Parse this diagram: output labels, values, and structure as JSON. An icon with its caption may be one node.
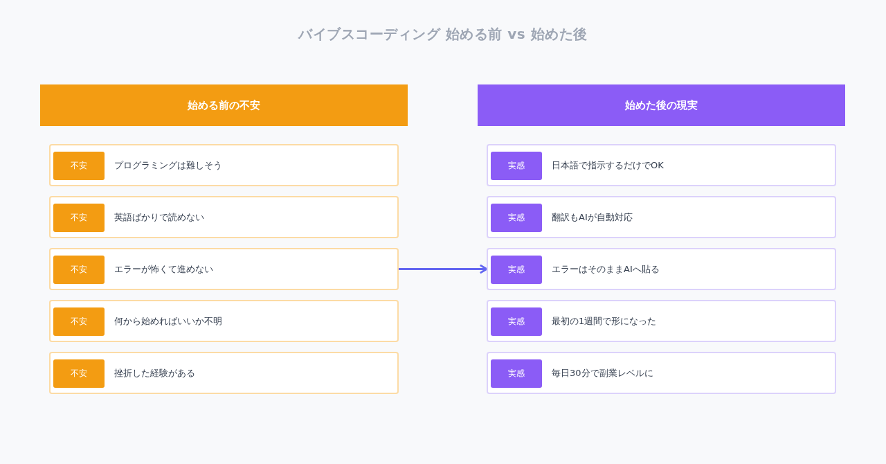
{
  "diagram": {
    "title": "バイブスコーディング 始める前 vs 始めた後",
    "nodes": [
      {
        "text": [
          "始める前の不安"
        ]
      },
      {
        "text": [
          "プログラミングは難しそう"
        ]
      },
      {
        "text": [
          "不安"
        ],
        "in": 1
      },
      {
        "text": [
          "英語ばかりで読めない"
        ]
      },
      {
        "text": [
          "不安"
        ],
        "in": 3
      },
      {
        "text": [
          "エラーが怖くて進めない"
        ]
      },
      {
        "text": [
          "不安"
        ],
        "in": 5
      },
      {
        "text": [
          "何から始めればいいか不明"
        ]
      },
      {
        "text": [
          "不安"
        ],
        "in": 7
      },
      {
        "text": [
          "挫折した経験がある"
        ]
      },
      {
        "text": [
          "不安"
        ],
        "in": 9
      },
      {
        "text": [
          "始めた後の現実"
        ]
      },
      {
        "text": [
          "日本語で指示するだけでOK"
        ]
      },
      {
        "text": [
          "実感"
        ],
        "in": 12
      },
      {
        "text": [
          "翻訳もAIが自動対応"
        ]
      },
      {
        "text": [
          "実感"
        ],
        "in": 14
      },
      {
        "text": [
          "エラーはそのままAIへ貼る"
        ]
      },
      {
        "text": [
          "実感"
        ],
        "in": 16
      },
      {
        "text": [
          "最初の1週間で形になった"
        ]
      },
      {
        "text": [
          "実感"
        ],
        "in": 18
      },
      {
        "text": [
          "毎日30分で副業レベルに"
        ]
      },
      {
        "text": [
          "実感"
        ],
        "in": 20
      }
    ],
    "edges": [
      {
        "from": 5,
        "to": 16,
        "arrow": "to"
      }
    ]
  }
}
